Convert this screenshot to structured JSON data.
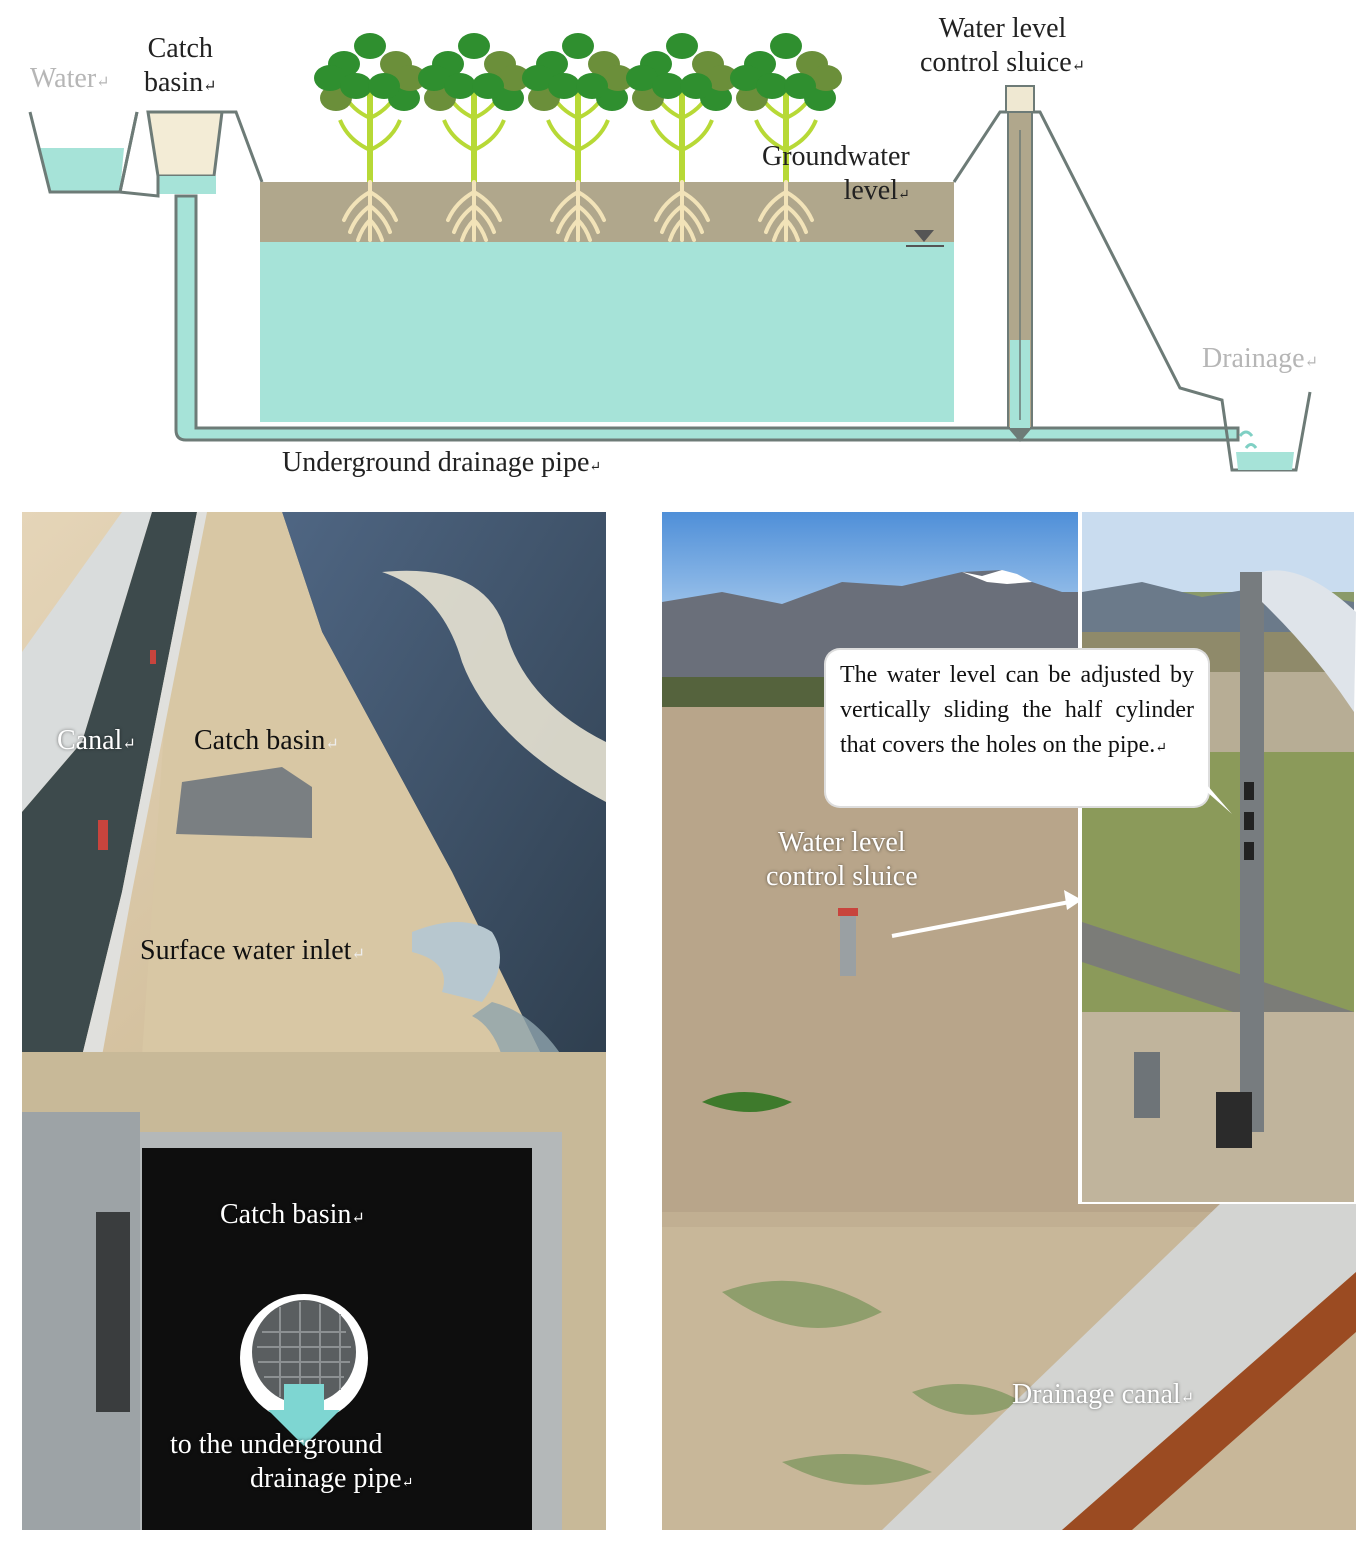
{
  "diagram": {
    "water": "Water",
    "catch_basin": [
      "Catch",
      "basin"
    ],
    "water_level_control_sluice": [
      "Water level",
      "control sluice"
    ],
    "groundwater_level": [
      "Groundwater",
      "level"
    ],
    "drainage": "Drainage",
    "underground_drainage_pipe": "Underground drainage pipe",
    "colors": {
      "water": "#a6e3d8",
      "soil": "#b0a78c",
      "pipe_outline": "#6d7b77",
      "leaf": "#2f8f2f",
      "stem": "#b7d936",
      "root": "#f2e3b8"
    }
  },
  "photo_left_top": {
    "canal": "Canal",
    "catch_basin": "Catch basin",
    "surface_water_inlet": "Surface water inlet"
  },
  "photo_left_bottom": {
    "catch_basin": "Catch basin",
    "outlet": [
      "to the underground",
      "drainage pipe"
    ]
  },
  "photo_right": {
    "callout": "The water level can be adjusted by vertically sliding the half cylinder that covers the holes on the pipe.",
    "sluice": [
      "Water level",
      "control sluice"
    ],
    "drainage_canal": "Drainage canal"
  }
}
